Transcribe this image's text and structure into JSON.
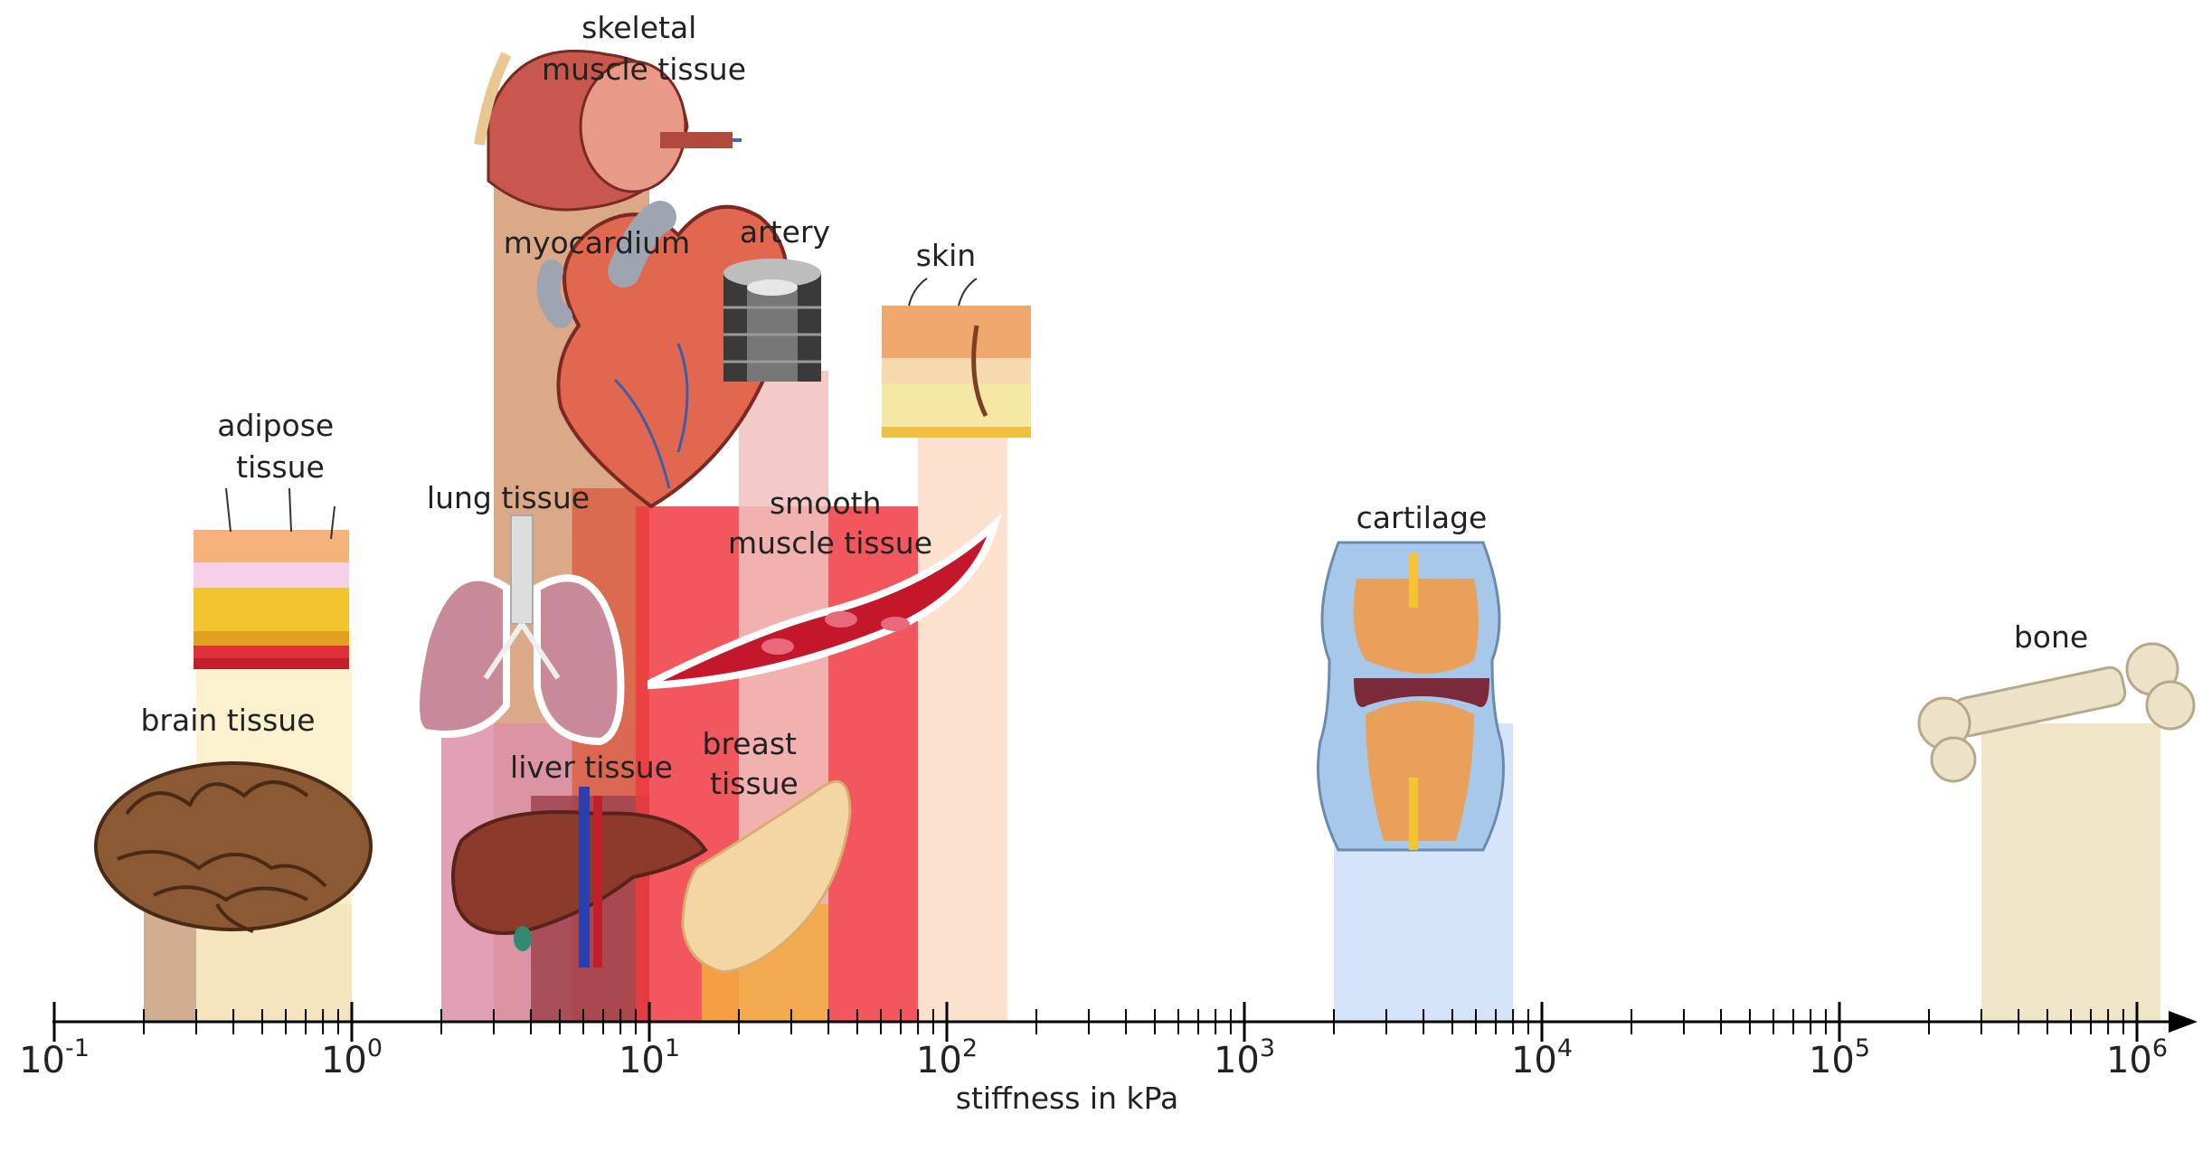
{
  "chart_data": {
    "type": "range",
    "scale": "log10",
    "xlim": [
      0.1,
      1200000
    ],
    "xlabel": "stiffness in kPa",
    "ticks": [
      {
        "base": "10",
        "exp": "-1",
        "value": 0.1
      },
      {
        "base": "10",
        "exp": "0",
        "value": 1
      },
      {
        "base": "10",
        "exp": "1",
        "value": 10
      },
      {
        "base": "10",
        "exp": "2",
        "value": 100
      },
      {
        "base": "10",
        "exp": "3",
        "value": 1000
      },
      {
        "base": "10",
        "exp": "4",
        "value": 10000
      },
      {
        "base": "10",
        "exp": "5",
        "value": 100000
      },
      {
        "base": "10",
        "exp": "6",
        "value": 1000000
      }
    ],
    "tissues": [
      {
        "key": "brain",
        "label": [
          "brain tissue"
        ],
        "range": [
          0.2,
          1.0
        ],
        "color": "#c9a07e",
        "icon": "brain-icon"
      },
      {
        "key": "adipose",
        "label": [
          "adipose",
          "tissue"
        ],
        "range": [
          0.3,
          1.0
        ],
        "color": "#fcefc6",
        "icon": "adipose-icon"
      },
      {
        "key": "lung",
        "label": [
          "lung tissue"
        ],
        "range": [
          2,
          10
        ],
        "color": "#dc8fa8",
        "icon": "lung-icon"
      },
      {
        "key": "skeletal",
        "label": [
          "skeletal",
          "muscle tissue"
        ],
        "range": [
          3,
          10
        ],
        "color": "#d59a73",
        "icon": "skeletal-muscle-icon"
      },
      {
        "key": "liver",
        "label": [
          "liver tissue"
        ],
        "range": [
          4,
          10
        ],
        "color": "#a0434f",
        "icon": "liver-icon"
      },
      {
        "key": "myocardium",
        "label": [
          "myocardium"
        ],
        "range": [
          5.5,
          10
        ],
        "color": "#d96045",
        "icon": "heart-icon"
      },
      {
        "key": "smooth",
        "label": [
          "smooth",
          "muscle tissue"
        ],
        "range": [
          9,
          80
        ],
        "color": "#ee3a40",
        "icon": "smooth-muscle-icon"
      },
      {
        "key": "breast",
        "label": [
          "breast",
          "tissue"
        ],
        "range": [
          15,
          40
        ],
        "color": "#f4a93e",
        "icon": "breast-icon"
      },
      {
        "key": "artery",
        "label": [
          "artery"
        ],
        "range": [
          20,
          40
        ],
        "color": "#f0c1bd",
        "icon": "artery-icon"
      },
      {
        "key": "skin",
        "label": [
          "skin"
        ],
        "range": [
          80,
          160
        ],
        "color": "#fcdcc6",
        "icon": "skin-icon"
      },
      {
        "key": "cartilage",
        "label": [
          "cartilage"
        ],
        "range": [
          2000,
          8000
        ],
        "color": "#cfdffa",
        "icon": "cartilage-joint-icon"
      },
      {
        "key": "bone",
        "label": [
          "bone"
        ],
        "range": [
          300000,
          1200000
        ],
        "color": "#ece2bd",
        "icon": "bone-icon"
      }
    ]
  }
}
